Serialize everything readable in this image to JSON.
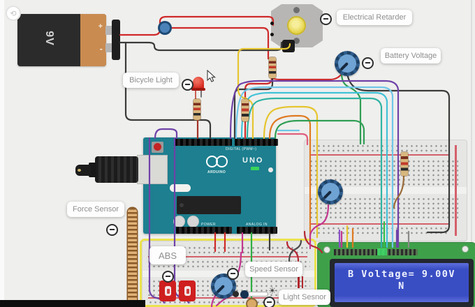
{
  "labels": {
    "electrical_retarder": "Electrical Retarder",
    "battery_voltage": "Battery Voltage",
    "bicycle_light": "Bicycle Light",
    "force_sensor": "Force Sensor",
    "abs": "ABS",
    "speed_sensor": "Speed Sensor",
    "light_sensor": "Light Sesnor"
  },
  "battery": {
    "label": "9V",
    "plus": "+",
    "minus": "-"
  },
  "arduino": {
    "brand": "ARDUINO",
    "model": "UNO",
    "digital_label": "DIGITAL (PWM~)",
    "power_label": "POWER",
    "analog_label": "ANALOG IN"
  },
  "lcd": {
    "line1": "B Voltage= 9.00V",
    "line2": "N"
  },
  "icons": {
    "sun": "☀",
    "fit_view": "⟲"
  },
  "colors": {
    "board_teal": "#1d7f8f",
    "lcd_green": "#3fa04a",
    "lcd_screen_blue": "#3a4ec4",
    "selection_yellow": "#ebe34f"
  }
}
